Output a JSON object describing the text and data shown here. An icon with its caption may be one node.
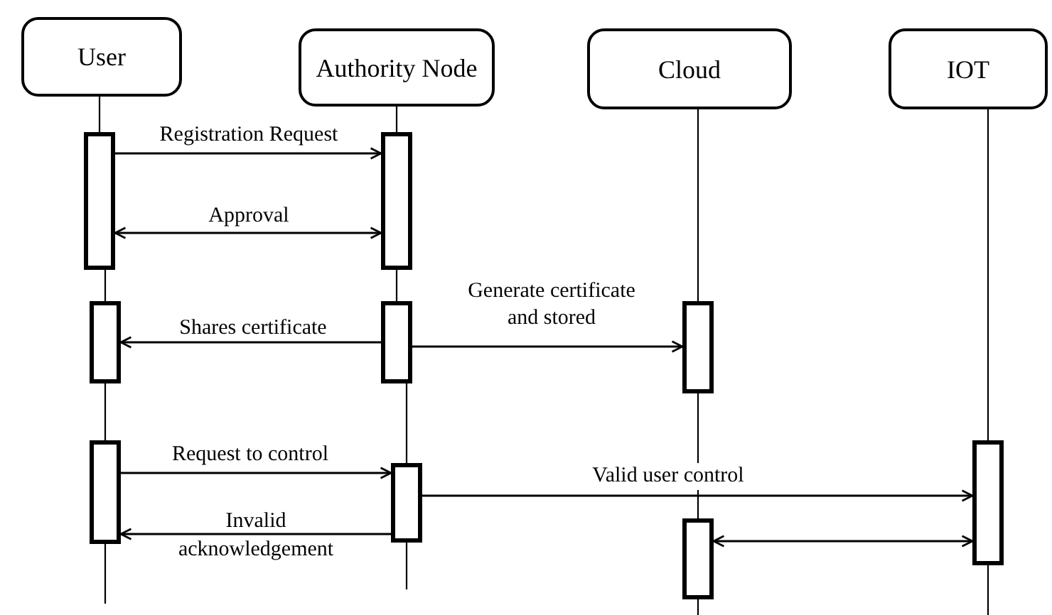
{
  "diagram": {
    "nodes": [
      {
        "text": [
          "User"
        ]
      },
      {
        "text": [
          "Authority Node"
        ]
      },
      {
        "text": [
          "Cloud"
        ]
      },
      {
        "text": [
          "IOT"
        ]
      },
      {
        "text": [],
        "shape": "bar"
      },
      {
        "text": [],
        "shape": "bar"
      },
      {
        "text": [],
        "shape": "bar"
      },
      {
        "text": [],
        "shape": "bar"
      },
      {
        "text": [],
        "shape": "bar"
      },
      {
        "text": [],
        "shape": "bar"
      },
      {
        "text": [],
        "shape": "bar"
      },
      {
        "text": [],
        "shape": "bar"
      },
      {
        "text": [],
        "shape": "bar"
      }
    ],
    "edges": [
      {
        "from": 4,
        "to": 5,
        "arrow": "to",
        "label": "Registration Request"
      },
      {
        "from": 4,
        "to": 5,
        "arrow": "both",
        "label": "Approval"
      },
      {
        "from": 7,
        "to": 6,
        "arrow": "to",
        "label": "Shares certificate"
      },
      {
        "from": 7,
        "to": 8,
        "arrow": "to",
        "label": "Generate certificate and stored"
      },
      {
        "from": 9,
        "to": 11,
        "arrow": "to",
        "label": "Request to control"
      },
      {
        "from": 11,
        "to": 9,
        "arrow": "to",
        "label": "Invalid acknowledgement"
      },
      {
        "from": 11,
        "to": 10,
        "arrow": "to",
        "label": "Valid user control"
      },
      {
        "from": 12,
        "to": 10,
        "arrow": "both"
      },
      {
        "from": 0,
        "to": 4,
        "arrow": "none"
      },
      {
        "from": 4,
        "to": 6,
        "arrow": "none"
      },
      {
        "from": 6,
        "to": 9,
        "arrow": "none"
      },
      {
        "from": 9,
        "to": null,
        "arrow": "none"
      },
      {
        "from": 1,
        "to": 5,
        "arrow": "none"
      },
      {
        "from": 5,
        "to": 7,
        "arrow": "none"
      },
      {
        "from": 7,
        "to": 11,
        "arrow": "none"
      },
      {
        "from": 11,
        "to": null,
        "arrow": "none"
      },
      {
        "from": 2,
        "to": 8,
        "arrow": "none"
      },
      {
        "from": 8,
        "to": 12,
        "arrow": "none"
      },
      {
        "from": 12,
        "to": null,
        "arrow": "none"
      },
      {
        "from": 3,
        "to": 10,
        "arrow": "none"
      },
      {
        "from": 10,
        "to": null,
        "arrow": "none"
      }
    ]
  }
}
